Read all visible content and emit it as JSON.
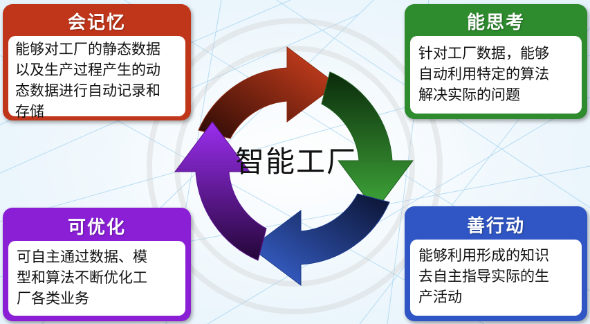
{
  "center_title": "智能工厂",
  "cards": {
    "memory": {
      "title": "会记忆",
      "lines": [
        "能够对工厂的静态数据",
        "以及生产过程产生的动",
        "态数据进行自动记录和",
        "存储"
      ]
    },
    "think": {
      "title": "能思考",
      "lines": [
        "针对工厂数据，能够",
        "自动利用特定的算法",
        "解决实际的问题"
      ]
    },
    "optimize": {
      "title": "可优化",
      "lines": [
        "可自主通过数据、模",
        "型和算法不断优化工",
        "厂各类业务"
      ]
    },
    "act": {
      "title": "善行动",
      "lines": [
        "能够利用形成的知识",
        "去自主指导实际的生",
        "产活动"
      ]
    }
  },
  "colors": {
    "memory": "#c0361b",
    "think": "#2e8b2e",
    "optimize": "#8a1fd6",
    "act": "#2f56c4"
  }
}
